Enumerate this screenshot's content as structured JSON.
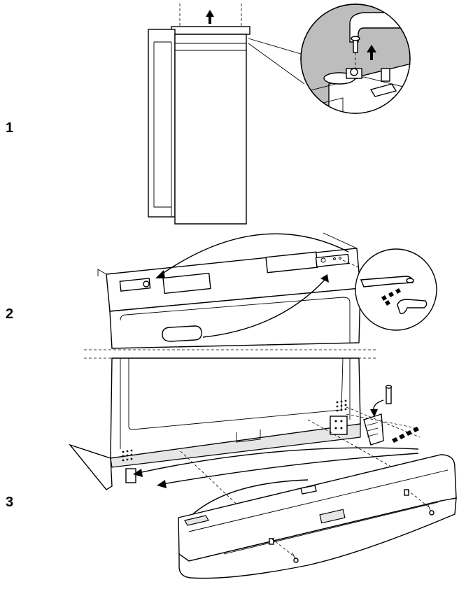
{
  "steps": [
    {
      "number": "1",
      "description_icon": "arrow-up-icon"
    },
    {
      "number": "2",
      "description_icon": "swap-arrows-icon"
    },
    {
      "number": "3",
      "description_icon": "swap-arrows-icon"
    }
  ],
  "colors": {
    "background": "#ffffff",
    "line": "#000000",
    "callout_fill": "#bdbdbd",
    "panel_fill": "#e6e6e6"
  }
}
